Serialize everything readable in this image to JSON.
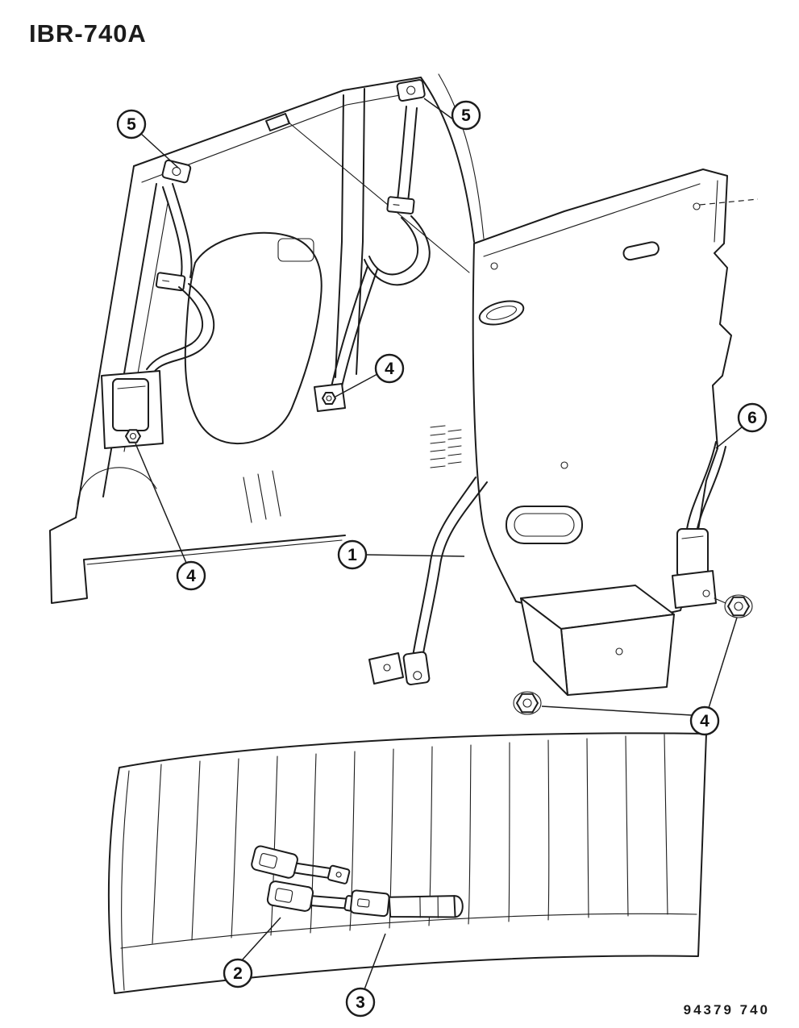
{
  "header": {
    "drawing_code": "IBR-740A"
  },
  "footer": {
    "sheet_code": "94379 740"
  },
  "colors": {
    "ink": "#1c1c1c",
    "background": "#ffffff"
  },
  "callouts": [
    {
      "id": "callout-5-left",
      "label": "5"
    },
    {
      "id": "callout-5-right",
      "label": "5"
    },
    {
      "id": "callout-4-center",
      "label": "4"
    },
    {
      "id": "callout-4-left",
      "label": "4"
    },
    {
      "id": "callout-1",
      "label": "1"
    },
    {
      "id": "callout-6",
      "label": "6"
    },
    {
      "id": "callout-4-bottom-right",
      "label": "4"
    },
    {
      "id": "callout-2",
      "label": "2"
    },
    {
      "id": "callout-3",
      "label": "3"
    }
  ]
}
